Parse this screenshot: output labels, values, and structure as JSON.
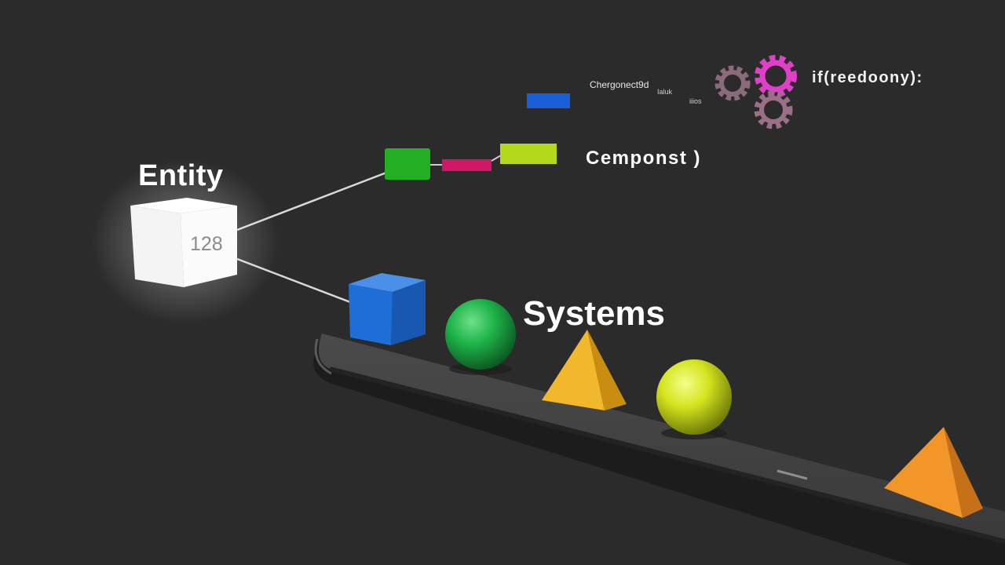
{
  "entity": {
    "title": "Entity",
    "id": "128"
  },
  "components": {
    "call_label": "Cemponst )",
    "small_label_1": "Chergonect9d",
    "small_label_2": "Ialuk",
    "small_label_3": "iiios",
    "colors": [
      "#1a5fd6",
      "#22b022",
      "#d21666",
      "#b4d81a"
    ]
  },
  "systems": {
    "title": "Systems",
    "code_label": "if(reedoony):",
    "shapes": [
      {
        "kind": "cube",
        "color": "#1f6ed8"
      },
      {
        "kind": "sphere",
        "color": "#1fb44a"
      },
      {
        "kind": "pyramid",
        "color": "#f0b82a"
      },
      {
        "kind": "sphere",
        "color": "#d4e41e"
      },
      {
        "kind": "pyramid",
        "color": "#f3962a"
      }
    ]
  },
  "gears": {
    "colors": [
      "#8a6b7a",
      "#e040c8",
      "#9b6f86"
    ]
  },
  "background_color": "#2b2b2b"
}
